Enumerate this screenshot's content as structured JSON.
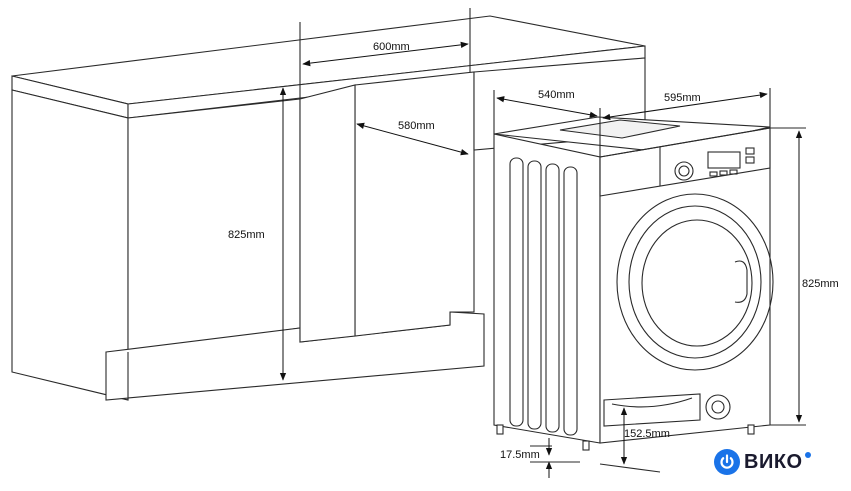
{
  "diagram": {
    "labels": {
      "niche_width": "600mm",
      "niche_depth": "580mm",
      "niche_height": "825mm",
      "machine_depth": "540mm",
      "machine_width": "595mm",
      "machine_height": "825mm",
      "foot_offset": "152.5mm",
      "foot_height": "17.5mm"
    },
    "colors": {
      "line": "#2a2a2a",
      "panel": "#f2f2f2",
      "brand_blue": "#1a73e8"
    }
  },
  "watermark": {
    "brand": "ВИКО",
    "icon": "power-icon"
  }
}
